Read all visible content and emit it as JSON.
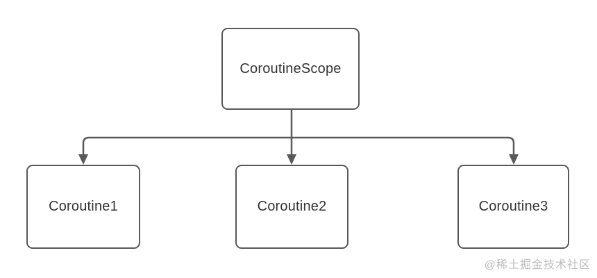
{
  "diagram": {
    "type": "tree-flowchart",
    "root": {
      "label": "CoroutineScope"
    },
    "children": [
      {
        "label": "Coroutine1"
      },
      {
        "label": "Coroutine2"
      },
      {
        "label": "Coroutine3"
      }
    ],
    "edges": [
      {
        "from": "CoroutineScope",
        "to": "Coroutine1",
        "arrow": "down"
      },
      {
        "from": "CoroutineScope",
        "to": "Coroutine2",
        "arrow": "down"
      },
      {
        "from": "CoroutineScope",
        "to": "Coroutine3",
        "arrow": "down"
      }
    ],
    "colors": {
      "background": "#ffffff",
      "node_border": "#595959",
      "node_fill": "#ffffff",
      "node_text": "#333333",
      "connector": "#595959",
      "watermark_text": "#bdbdbd"
    }
  },
  "watermark": {
    "text": "@稀土掘金技术社区"
  }
}
